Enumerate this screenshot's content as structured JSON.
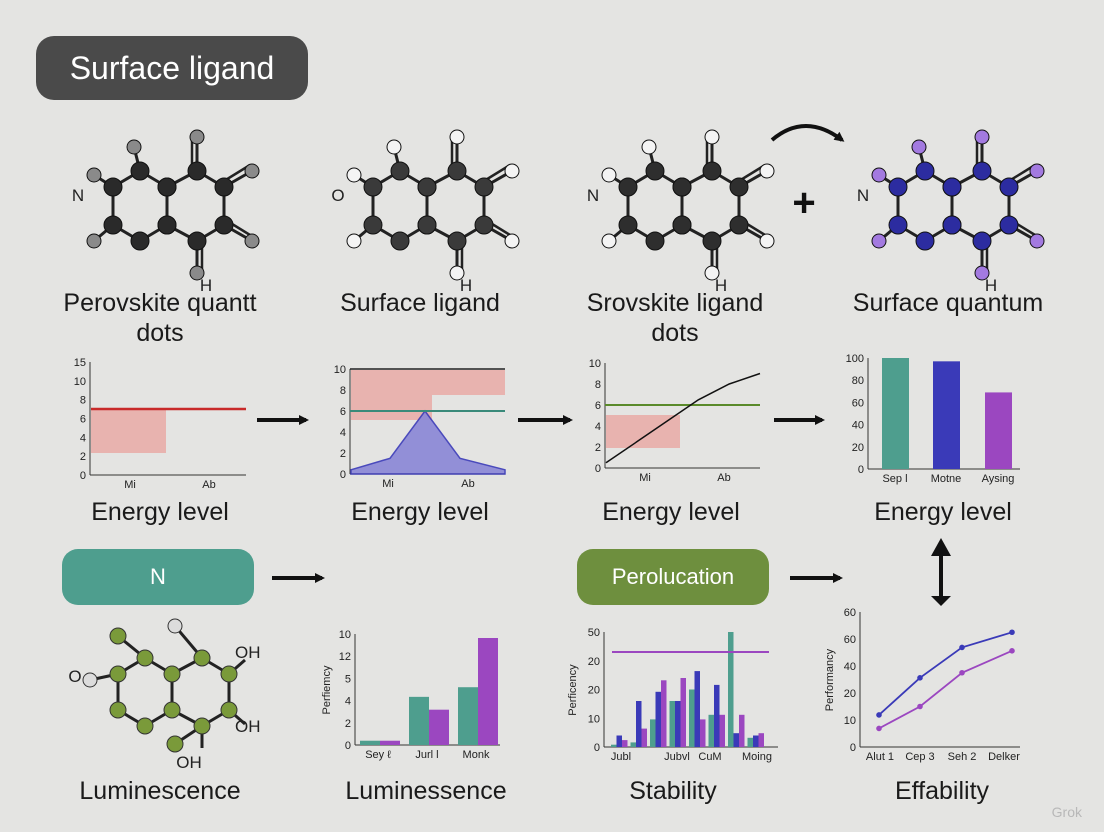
{
  "header": {
    "title": "Surface ligand"
  },
  "molecules": [
    {
      "label_lines": [
        "Perovskite quantt",
        "dots"
      ],
      "side_label": "N",
      "bottom_label": "H"
    },
    {
      "label_lines": [
        "Surface ligand"
      ],
      "side_label": "O",
      "bottom_label": "H"
    },
    {
      "label_lines": [
        "Srovskite ligand",
        "dots"
      ],
      "side_label": "N",
      "bottom_label": "H"
    },
    {
      "label_lines": [
        "Surface quantum"
      ],
      "side_label": "N",
      "bottom_label": "H"
    }
  ],
  "plus_sign": "+",
  "energy_label": "Energy level",
  "pills": {
    "teal": "N",
    "green": "Perolucation"
  },
  "bottom_captions": [
    "Luminescence",
    "Luminessence",
    "Stability",
    "Effability"
  ],
  "bottom_molecule": {
    "side_label": "O",
    "oh_labels": [
      "OH",
      "OH",
      "OH"
    ]
  },
  "colors": {
    "teal": "#4e9e8e",
    "green": "#6e8f3e",
    "purple": "#9b47c0",
    "navy": "#3a3ab8",
    "red": "#c82a2a",
    "pink": "#e8a6a2"
  },
  "watermark": "Grok",
  "chart_data": [
    {
      "type": "area",
      "yticks": [
        "15",
        "10",
        "8",
        "6",
        "4",
        "2",
        "0"
      ],
      "xticks": [
        "Mi",
        "Ab"
      ],
      "series": [
        {
          "values": [
            8,
            8
          ]
        }
      ]
    },
    {
      "type": "area",
      "yticks": [
        "10",
        "8",
        "6",
        "4",
        "2",
        "0"
      ],
      "xticks": [
        "Mi",
        "Ab"
      ],
      "series": [
        {
          "values": [
            0.4,
            1.5,
            6,
            1.5,
            0.4
          ]
        },
        {
          "values": [
            6,
            6
          ]
        }
      ]
    },
    {
      "type": "line",
      "yticks": [
        "10",
        "8",
        "6",
        "4",
        "2",
        "0"
      ],
      "xticks": [
        "Mi",
        "Ab"
      ],
      "series": [
        {
          "values": [
            0.5,
            2.5,
            4.5,
            6.5,
            8,
            9
          ]
        },
        {
          "values": [
            6,
            6
          ]
        }
      ]
    },
    {
      "type": "bar",
      "yticks": [
        "100",
        "80",
        "60",
        "40",
        "20",
        "0"
      ],
      "categories": [
        "Sep l",
        "Motne",
        "Aysing"
      ],
      "values": [
        100,
        97,
        69
      ]
    },
    {
      "type": "bar",
      "ylabel": "Perfiemcy",
      "yticks": [
        "10",
        "12",
        "5",
        "4",
        "2",
        "0"
      ],
      "categories": [
        "Sey ℓ",
        "Jurl l",
        "Monk"
      ],
      "series": [
        {
          "values": [
            0.4,
            4.5,
            5.4
          ]
        },
        {
          "values": [
            0.4,
            3.3,
            10
          ]
        }
      ]
    },
    {
      "type": "bar",
      "ylabel": "Perficency",
      "yticks": [
        "50",
        "20",
        "20",
        "10",
        "0"
      ],
      "categories": [
        "Jubl",
        "Jubvl",
        "CuM",
        "Moing"
      ],
      "series": [
        {
          "values": [
            1,
            2,
            12,
            20,
            25,
            14,
            50,
            4
          ]
        },
        {
          "values": [
            5,
            20,
            24,
            20,
            33,
            27,
            6,
            5
          ]
        },
        {
          "values": [
            3,
            8,
            29,
            30,
            12,
            14,
            14,
            6
          ]
        }
      ],
      "reference": 23
    },
    {
      "type": "line",
      "ylabel": "Performancy",
      "yticks": [
        "60",
        "60",
        "40",
        "20",
        "10",
        "0"
      ],
      "categories": [
        "Alut 1",
        "Cep 3",
        "Seh 2",
        "Delker"
      ],
      "series": [
        {
          "values": [
            19,
            41,
            59,
            68
          ]
        },
        {
          "values": [
            11,
            24,
            44,
            57
          ]
        }
      ]
    }
  ]
}
